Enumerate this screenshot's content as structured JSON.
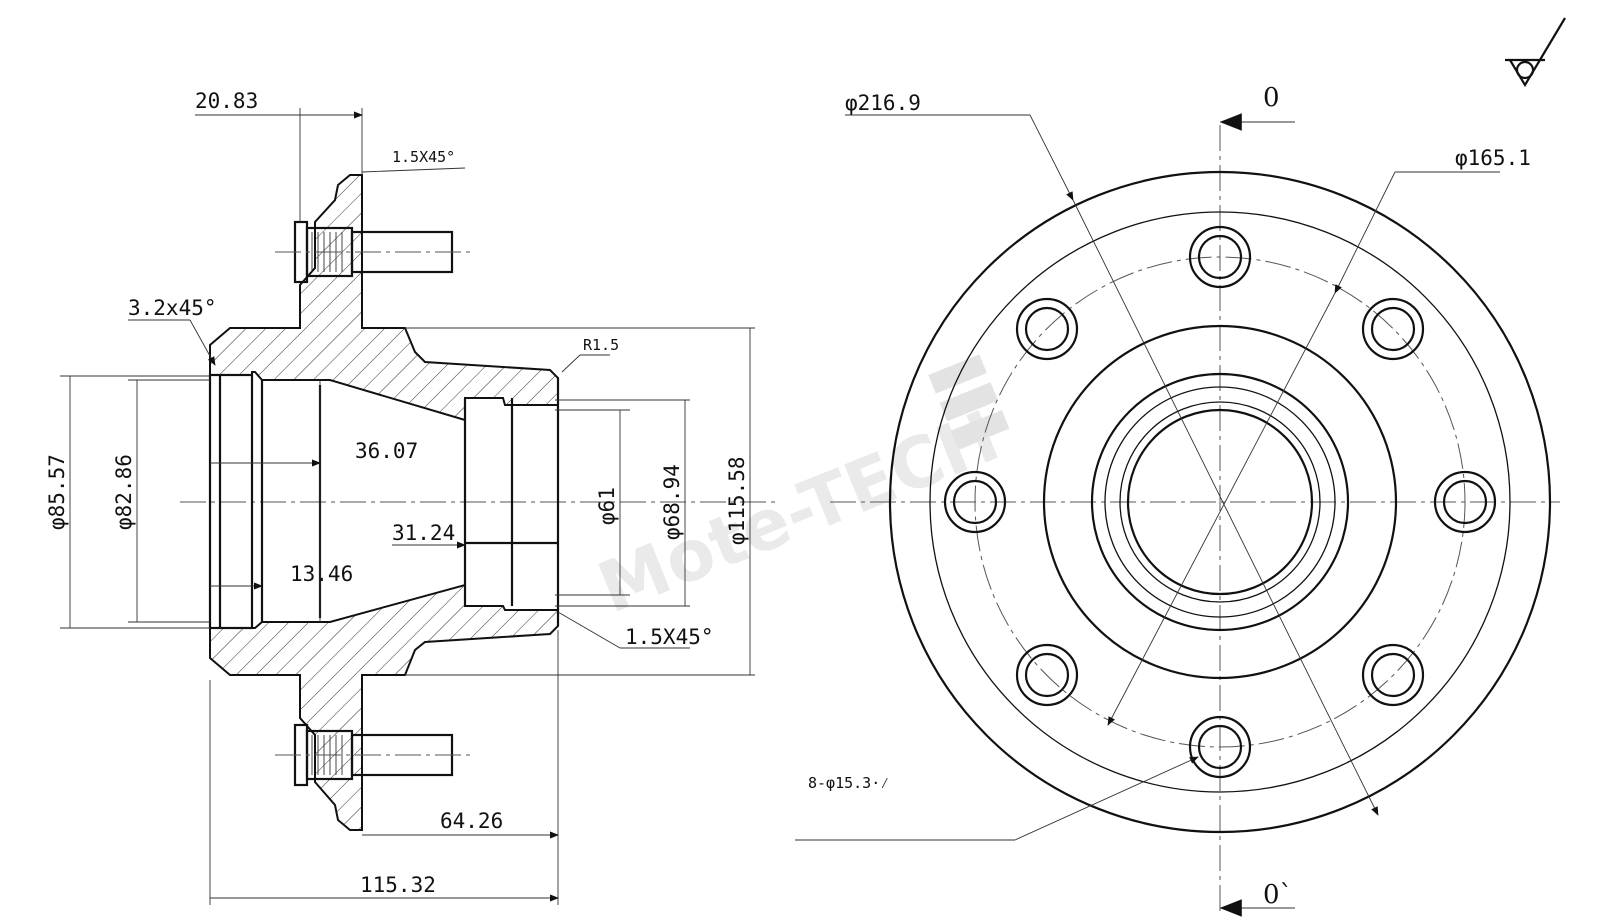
{
  "watermark": "Mote-TECH",
  "side_view": {
    "dim_top": "20.83",
    "chamfer_top": "1.5X45°",
    "chamfer_left": "3.2x45°",
    "radius": "R1.5",
    "dia_outer_left": "φ85.57",
    "dia_inner_left": "φ82.86",
    "depth_a": "36.07",
    "depth_b": "31.24",
    "depth_c": "13.46",
    "dia_bore": "φ61",
    "dia_bore_outer": "φ68.94",
    "dia_body": "φ115.58",
    "chamfer_bottom": "1.5X45°",
    "len_stub": "64.26",
    "len_total": "115.32"
  },
  "front_view": {
    "dia_flange": "φ216.9",
    "dia_pcd": "φ165.1",
    "holes": "8-φ15.3·⁄",
    "section_top": "0",
    "section_bottom": "0`"
  },
  "colors": {
    "line": "#111111",
    "watermark": "#d9d9d9"
  }
}
